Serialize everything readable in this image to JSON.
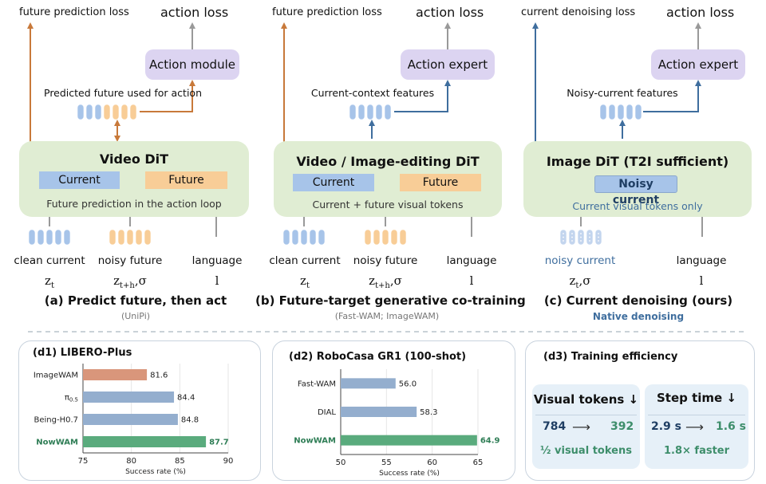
{
  "colors": {
    "current": "#a7c4e9",
    "future": "#f8cd97",
    "dit": "#e0edd3",
    "module": "#dcd4f1",
    "orange_arrow": "#c8793a",
    "blue_arrow": "#3f6e9e",
    "gray_arrow": "#999999",
    "accent_green": "#3e8e6b",
    "accent_blue": "#3f6e9e"
  },
  "panel_a": {
    "top_left_label": "future prediction loss",
    "top_right_label": "action loss",
    "module_label": "Action module",
    "feature_label": "Predicted future used for action",
    "dit_title": "Video DiT",
    "current_label": "Current",
    "future_label": "Future",
    "dit_subtitle": "Future prediction in the action loop",
    "inputs": [
      {
        "label": "clean current",
        "math": "z",
        "sub": "t",
        "extra": ""
      },
      {
        "label": "noisy future",
        "math": "z",
        "sub": "t+h",
        "extra": ",σ"
      },
      {
        "label": "language",
        "math": "l",
        "sub": "",
        "extra": ""
      }
    ],
    "caption": "(a) Predict future, then act",
    "citation": "(UniPi)"
  },
  "panel_b": {
    "top_left_label": "future prediction loss",
    "top_right_label": "action loss",
    "module_label": "Action expert",
    "feature_label": "Current-context features",
    "dit_title": "Video / Image-editing DiT",
    "current_label": "Current",
    "future_label": "Future",
    "dit_subtitle": "Current + future visual tokens",
    "inputs": [
      {
        "label": "clean current",
        "math": "z",
        "sub": "t",
        "extra": ""
      },
      {
        "label": "noisy future",
        "math": "z",
        "sub": "t+h",
        "extra": ",σ"
      },
      {
        "label": "language",
        "math": "l",
        "sub": "",
        "extra": ""
      }
    ],
    "caption": "(b) Future-target generative co-training",
    "citation": "(Fast-WAM; ImageWAM)"
  },
  "panel_c": {
    "top_left_label": "current denoising loss",
    "top_right_label": "action loss",
    "module_label": "Action expert",
    "feature_label": "Noisy-current features",
    "dit_title": "Image DiT (T2I sufficient)",
    "noisy_label": "Noisy current",
    "dit_subtitle": "Current visual tokens only",
    "inputs": [
      {
        "label": "noisy current",
        "math": "z",
        "sub": "t",
        "extra": ",σ"
      },
      {
        "label": "language",
        "math": "l",
        "sub": "",
        "extra": ""
      }
    ],
    "caption": "(c) Current denoising (ours)",
    "citation": "Native denoising"
  },
  "chart_data": [
    {
      "type": "bar",
      "orientation": "horizontal",
      "title": "(d1) LIBERO-Plus",
      "categories": [
        "ImageWAM",
        "π0.5",
        "Being-H0.7",
        "NowWAM"
      ],
      "category_display": [
        {
          "main": "ImageWAM",
          "sub": ""
        },
        {
          "main": "π",
          "sub": "0.5"
        },
        {
          "main": "Being-H0.7",
          "sub": ""
        },
        {
          "main": "NowWAM",
          "sub": ""
        }
      ],
      "values": [
        81.6,
        84.4,
        84.8,
        87.7
      ],
      "value_labels": [
        "81.6",
        "84.4",
        "84.8",
        "87.7"
      ],
      "bar_colors": [
        "#d9967b",
        "#94aece",
        "#94aece",
        "#5aab7d"
      ],
      "xlabel": "Success rate (%)",
      "xlim": [
        75,
        90
      ],
      "xticks": [
        75,
        80,
        85,
        90
      ],
      "grid": true
    },
    {
      "type": "bar",
      "orientation": "horizontal",
      "title": "(d2) RoboCasa GR1 (100-shot)",
      "categories": [
        "Fast-WAM",
        "DIAL",
        "NowWAM"
      ],
      "category_display": [
        {
          "main": "Fast-WAM",
          "sub": ""
        },
        {
          "main": "DIAL",
          "sub": ""
        },
        {
          "main": "NowWAM",
          "sub": ""
        }
      ],
      "values": [
        56.0,
        58.3,
        64.9
      ],
      "value_labels": [
        "56.0",
        "58.3",
        "64.9"
      ],
      "bar_colors": [
        "#94aece",
        "#94aece",
        "#5aab7d"
      ],
      "xlabel": "Success rate (%)",
      "xlim": [
        50,
        65
      ],
      "xticks": [
        50,
        55,
        60,
        65
      ],
      "grid": true
    }
  ],
  "efficiency": {
    "title": "(d3) Training efficiency",
    "tokens": {
      "heading": "Visual tokens ↓",
      "from": "784",
      "to": "392",
      "note": "½ visual tokens"
    },
    "step": {
      "heading": "Step time ↓",
      "from": "2.9 s",
      "to": "1.6 s",
      "note": "1.8× faster"
    }
  }
}
